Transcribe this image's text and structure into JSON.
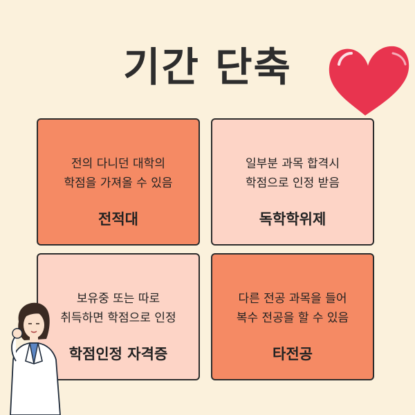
{
  "title": "기간 단축",
  "cards": [
    {
      "description": "전의 다니던 대학의\n학점을 가져올 수 있음",
      "name": "전적대",
      "style": "dark"
    },
    {
      "description": "일부분 과목 합격시\n학점으로 인정 받음",
      "name": "독학학위제",
      "style": "light"
    },
    {
      "description": "보유중 또는 따로\n취득하면 학점으로 인정",
      "name": "학점인정 자격증",
      "style": "light"
    },
    {
      "description": "다른 전공 과목을 들어\n복수 전공을 할 수 있음",
      "name": "타전공",
      "style": "dark"
    }
  ],
  "colors": {
    "background": "#fbf1dc",
    "card_dark": "#f58a64",
    "card_light": "#fdd4c6",
    "heart": "#e8344f",
    "title": "#2d2d2d"
  },
  "icons": [
    "heart-icon",
    "doctor-illustration"
  ]
}
